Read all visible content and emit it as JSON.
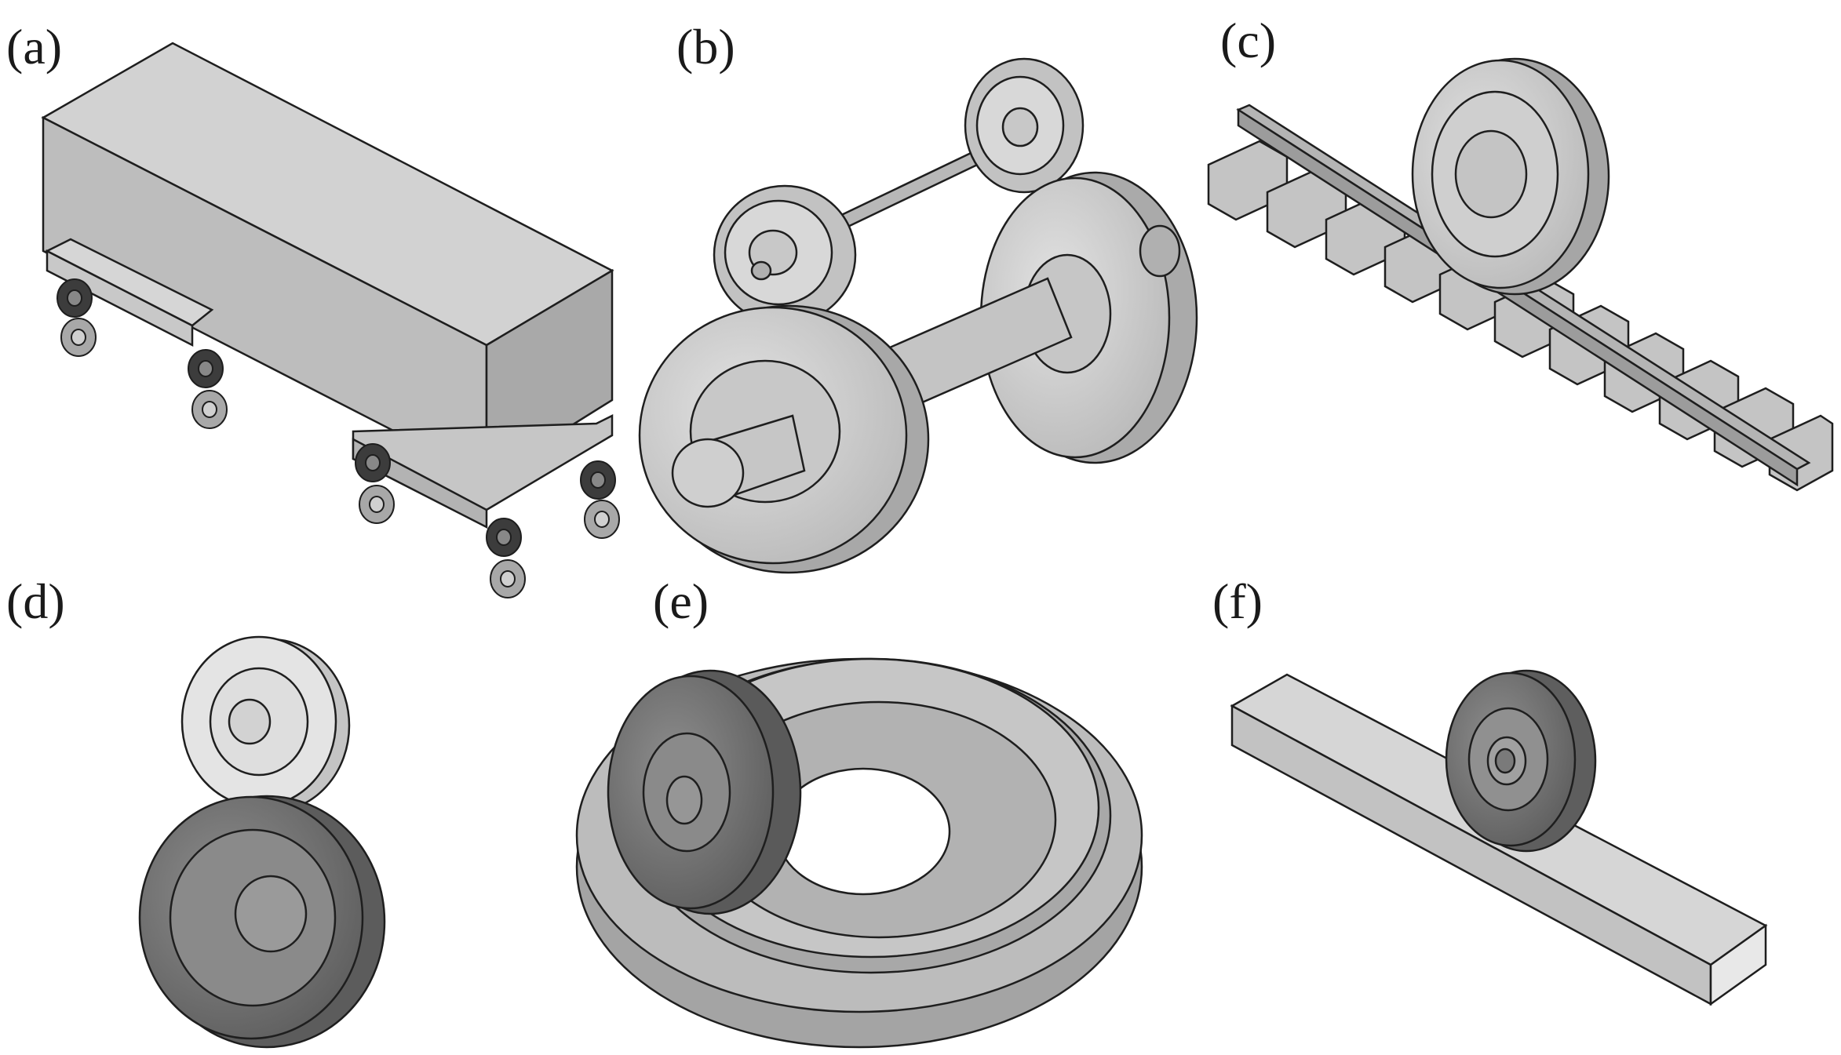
{
  "panels": [
    {
      "label": "(a)",
      "subject": "rail-wagon-body-with-wheelsets"
    },
    {
      "label": "(b)",
      "subject": "roller-rig-wheelset-on-rollers"
    },
    {
      "label": "(c)",
      "subject": "wheel-on-rail-track-with-sleepers"
    },
    {
      "label": "(d)",
      "subject": "twin-disc-wheel-roller"
    },
    {
      "label": "(e)",
      "subject": "wheel-on-ring-track"
    },
    {
      "label": "(f)",
      "subject": "wheel-on-rail-block"
    }
  ],
  "colors": {
    "light": "#d9d9d9",
    "mid": "#bdbdbd",
    "shade": "#9a9a9a",
    "dark": "#5a5a5a",
    "outline": "#1e1e1e"
  }
}
